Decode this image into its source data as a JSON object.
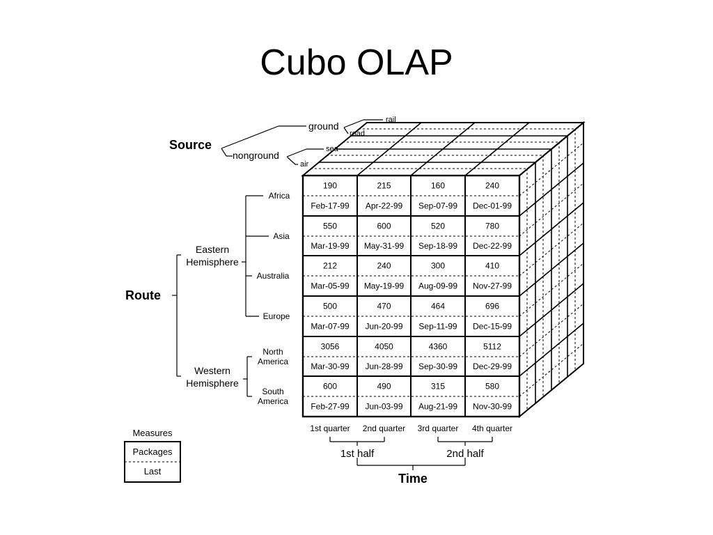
{
  "title": "Cubo OLAP",
  "source": {
    "label": "Source",
    "ground": "ground",
    "nonground": "nonground",
    "rail": "rail",
    "road": "road",
    "sea": "sea",
    "air": "air"
  },
  "route": {
    "label": "Route",
    "eastern": [
      "Eastern",
      "Hemisphere"
    ],
    "western": [
      "Western",
      "Hemisphere"
    ],
    "regions": [
      [
        "Africa"
      ],
      [
        "Asia"
      ],
      [
        "Australia"
      ],
      [
        "Europe"
      ],
      [
        "North",
        "America"
      ],
      [
        "South",
        "America"
      ]
    ]
  },
  "cells": [
    [
      [
        "190",
        "Feb-17-99"
      ],
      [
        "215",
        "Apr-22-99"
      ],
      [
        "160",
        "Sep-07-99"
      ],
      [
        "240",
        "Dec-01-99"
      ]
    ],
    [
      [
        "550",
        "Mar-19-99"
      ],
      [
        "600",
        "May-31-99"
      ],
      [
        "520",
        "Sep-18-99"
      ],
      [
        "780",
        "Dec-22-99"
      ]
    ],
    [
      [
        "212",
        "Mar-05-99"
      ],
      [
        "240",
        "May-19-99"
      ],
      [
        "300",
        "Aug-09-99"
      ],
      [
        "410",
        "Nov-27-99"
      ]
    ],
    [
      [
        "500",
        "Mar-07-99"
      ],
      [
        "470",
        "Jun-20-99"
      ],
      [
        "464",
        "Sep-11-99"
      ],
      [
        "696",
        "Dec-15-99"
      ]
    ],
    [
      [
        "3056",
        "Mar-30-99"
      ],
      [
        "4050",
        "Jun-28-99"
      ],
      [
        "4360",
        "Sep-30-99"
      ],
      [
        "5112",
        "Dec-29-99"
      ]
    ],
    [
      [
        "600",
        "Feb-27-99"
      ],
      [
        "490",
        "Jun-03-99"
      ],
      [
        "315",
        "Aug-21-99"
      ],
      [
        "580",
        "Nov-30-99"
      ]
    ]
  ],
  "time": {
    "label": "Time",
    "quarters": [
      "1st quarter",
      "2nd quarter",
      "3rd quarter",
      "4th quarter"
    ],
    "halves": [
      "1st half",
      "2nd half"
    ]
  },
  "measures": {
    "label": "Measures",
    "items": [
      "Packages",
      "Last"
    ]
  },
  "colors": {
    "ink": "#000000",
    "background": "#ffffff"
  }
}
